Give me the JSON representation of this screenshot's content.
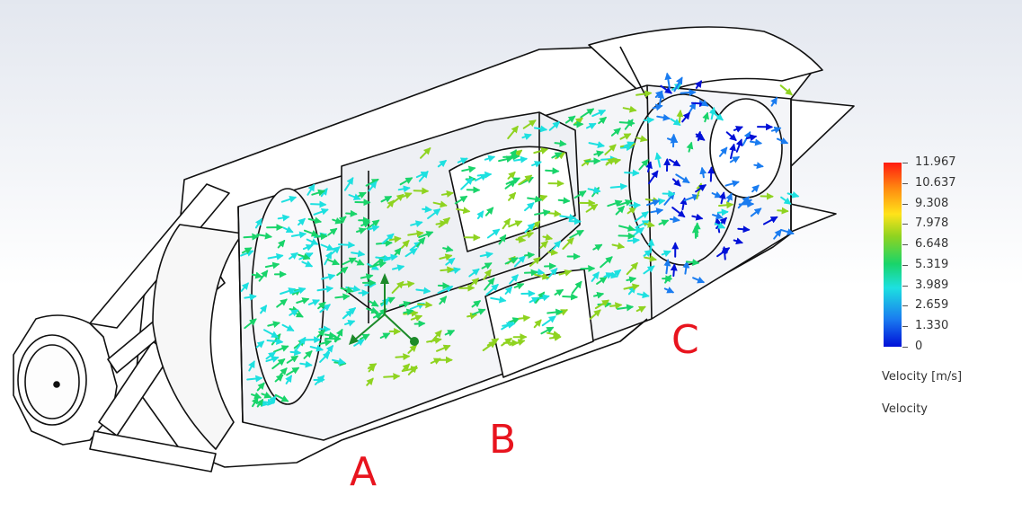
{
  "labels": {
    "a": "A",
    "b": "B",
    "c": "C"
  },
  "legend": {
    "ticks": [
      "11.967",
      "10.637",
      "9.308",
      "7.978",
      "6.648",
      "5.319",
      "3.989",
      "2.659",
      "1.330",
      "0"
    ],
    "title": "Velocity [m/s]",
    "plot_name": "Velocity",
    "colors": [
      "#0010d8",
      "#1a7cf0",
      "#1de0e0",
      "#19d46a",
      "#8fd320",
      "#ffe31a",
      "#ff8a10",
      "#ff1a10"
    ]
  }
}
